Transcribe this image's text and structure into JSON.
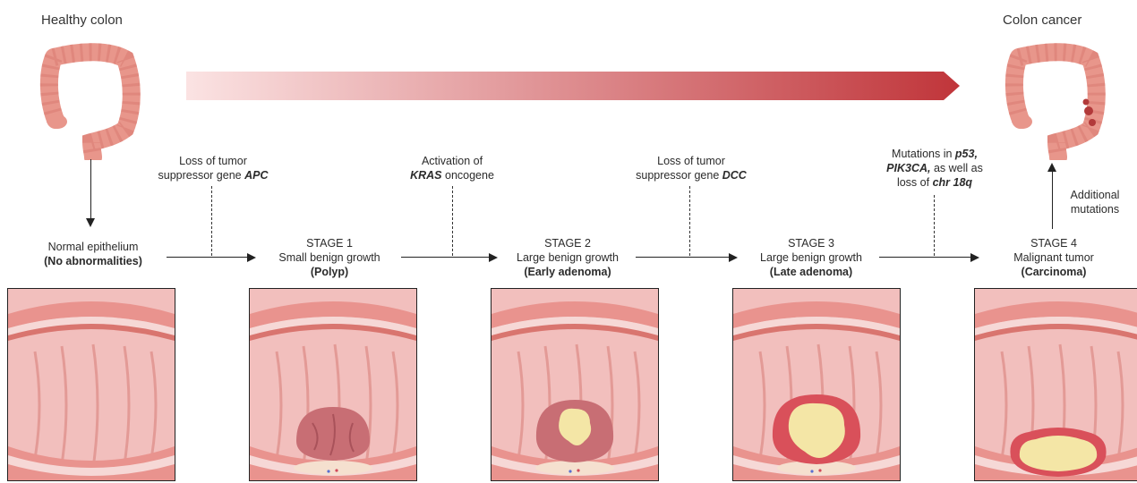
{
  "titles": {
    "healthy": "Healthy colon",
    "cancer": "Colon cancer"
  },
  "stages": [
    {
      "line1": "Normal epithelium",
      "line2": "(No abnormalities)"
    },
    {
      "line1": "STAGE 1",
      "line2": "Small benign growth",
      "line3": "(Polyp)"
    },
    {
      "line1": "STAGE 2",
      "line2": "Large benign growth",
      "line3": "(Early adenoma)"
    },
    {
      "line1": "STAGE 3",
      "line2": "Large benign growth",
      "line3": "(Late adenoma)"
    },
    {
      "line1": "STAGE 4",
      "line2": "Malignant tumor",
      "line3": "(Carcinoma)"
    }
  ],
  "events": {
    "apc": {
      "l1": "Loss of tumor",
      "l2_pre": "suppressor gene ",
      "l2_gene": "APC"
    },
    "kras": {
      "l1": "Activation of",
      "l2_gene": "KRAS",
      "l2_post": " oncogene"
    },
    "dcc": {
      "l1": "Loss of tumor",
      "l2_pre": "suppressor gene ",
      "l2_gene": "DCC"
    },
    "p53": {
      "l1_pre": "Mutations in ",
      "l1_gene": "p53,",
      "l2_gene": "PIK3CA,",
      "l2_post": " as well as",
      "l3_pre": "loss of ",
      "l3_gene": "chr 18q"
    },
    "additional": {
      "l1": "Additional",
      "l2": "mutations"
    }
  },
  "colors": {
    "gradient_start": "#fbe3e3",
    "gradient_end": "#c0353a",
    "colon": "#e8968b",
    "tissue": "#f3c3c0",
    "polyp": "#c86e74",
    "tumor_core": "#f4e6a6"
  }
}
